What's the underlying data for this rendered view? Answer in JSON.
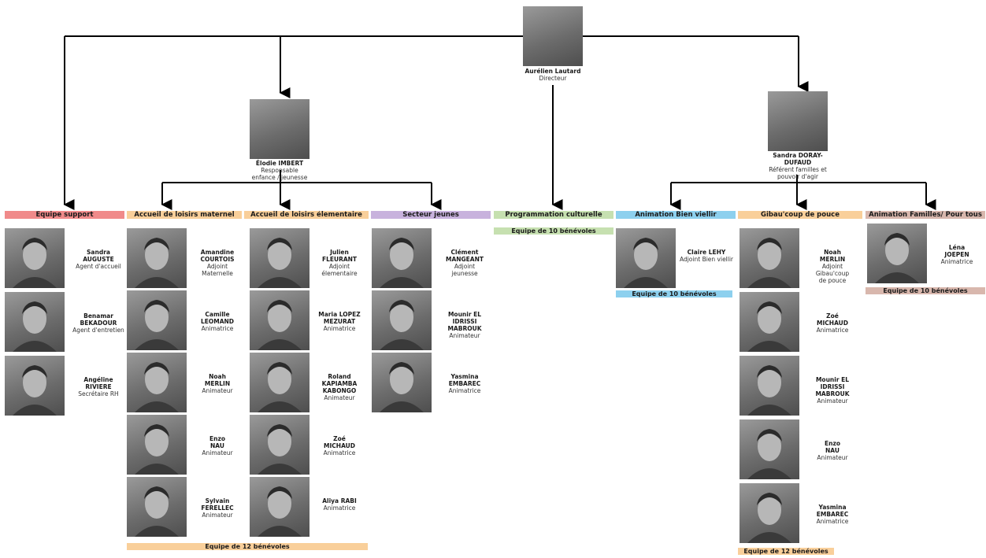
{
  "colors": {
    "support": "#f08a8a",
    "maternel": "#f9cf9a",
    "elementaire": "#f9cf9a",
    "jeunes": "#c8b2dd",
    "culture": "#c6e0b0",
    "bienvieillir": "#8dd0ee",
    "gibaucoup": "#f9cf9a",
    "familles": "#d8b7ad"
  },
  "director": {
    "name": "Aurélien Lautard",
    "role": "Directeur"
  },
  "manager_left": {
    "name": "Élodie IMBERT",
    "role_line1": "Responsable",
    "role_line2": "enfance / jeunesse"
  },
  "manager_right": {
    "name_line1": "Sandra DORAY-",
    "name_line2": "DUFAUD",
    "role_line1": "Référent familles et",
    "role_line2": "pouvoir d'agir"
  },
  "sections": {
    "support": "Equipe support",
    "maternel": "Accueil de loisirs maternel",
    "elementaire": "Accueil de loisirs élementaire",
    "jeunes": "Secteur jeunes",
    "culture": "Programmation culturelle",
    "bienvieillir": "Animation Bien viellir",
    "gibaucoup": "Gibau'coup de pouce",
    "familles": "Animation Familles/ Pour tous"
  },
  "volunteers": {
    "maternel_elementaire": "Equipe de 12 bénévoles",
    "culture": "Equipe de 10 bénévoles",
    "bienvieillir": "Equipe de 10 bénévoles",
    "gibaucoup": "Equipe de 12 bénévoles",
    "familles": "Equipe de 10 bénévoles"
  },
  "support": [
    {
      "l1": "Sandra",
      "l2": "AUGUSTE",
      "role": "Agent d'accueil"
    },
    {
      "l1": "Benamar",
      "l2": "BEKADOUR",
      "role": "Agent d'entretien"
    },
    {
      "l1": "Angéline",
      "l2": "RIVIERE",
      "role": "Secrétaire RH"
    }
  ],
  "maternel": [
    {
      "l1": "Amandine",
      "l2": "COURTOIS",
      "role": "Adjoint",
      "role2": "Maternelle"
    },
    {
      "l1": "Camille",
      "l2": "LEOMAND",
      "role": "Animatrice"
    },
    {
      "l1": "Noah",
      "l2": "MERLIN",
      "role": "Animateur"
    },
    {
      "l1": "Enzo",
      "l2": "NAU",
      "role": "Animateur"
    },
    {
      "l1": "Sylvain",
      "l2": "FERELLEC",
      "role": "Animateur"
    }
  ],
  "elementaire": [
    {
      "l1": "Julien",
      "l2": "FLEURANT",
      "role": "Adjoint",
      "role2": "élementaire"
    },
    {
      "l1": "Maria LOPEZ",
      "l2": "MEZURAT",
      "role": "Animatrice"
    },
    {
      "l1": "Roland",
      "l2": "KAPIAMBA",
      "l3": "KABONGO",
      "role": "Animateur"
    },
    {
      "l1": "Zoé",
      "l2": "MICHAUD",
      "role": "Animatrice"
    },
    {
      "l1": "Aliya RABI",
      "role": "Animatrice"
    }
  ],
  "jeunes": [
    {
      "l1": "Clément",
      "l2": "MANGEANT",
      "role": "Adjoint",
      "role2": "jeunesse"
    },
    {
      "l1": "Mounir EL IDRISSI",
      "l2": "MABROUK",
      "role": "Animateur"
    },
    {
      "l1": "Yasmina",
      "l2": "EMBAREC",
      "role": "Animatrice"
    }
  ],
  "bienvieillir": [
    {
      "l1": "Claire LEHY",
      "role": "Adjoint Bien viellir"
    }
  ],
  "gibaucoup": [
    {
      "l1": "Noah",
      "l2": "MERLIN",
      "role": "Adjoint",
      "role2": "Gibau'coup",
      "role3": "de pouce"
    },
    {
      "l1": "Zoé",
      "l2": "MICHAUD",
      "role": "Animatrice"
    },
    {
      "l1": "Mounir EL IDRISSI",
      "l2": "MABROUK",
      "role": "Animateur"
    },
    {
      "l1": "Enzo",
      "l2": "NAU",
      "role": "Animateur"
    },
    {
      "l1": "Yasmina",
      "l2": "EMBAREC",
      "role": "Animatrice"
    }
  ],
  "familles": [
    {
      "l1": "Léna",
      "l2": "JOEPEN",
      "role": "Animatrice"
    }
  ]
}
